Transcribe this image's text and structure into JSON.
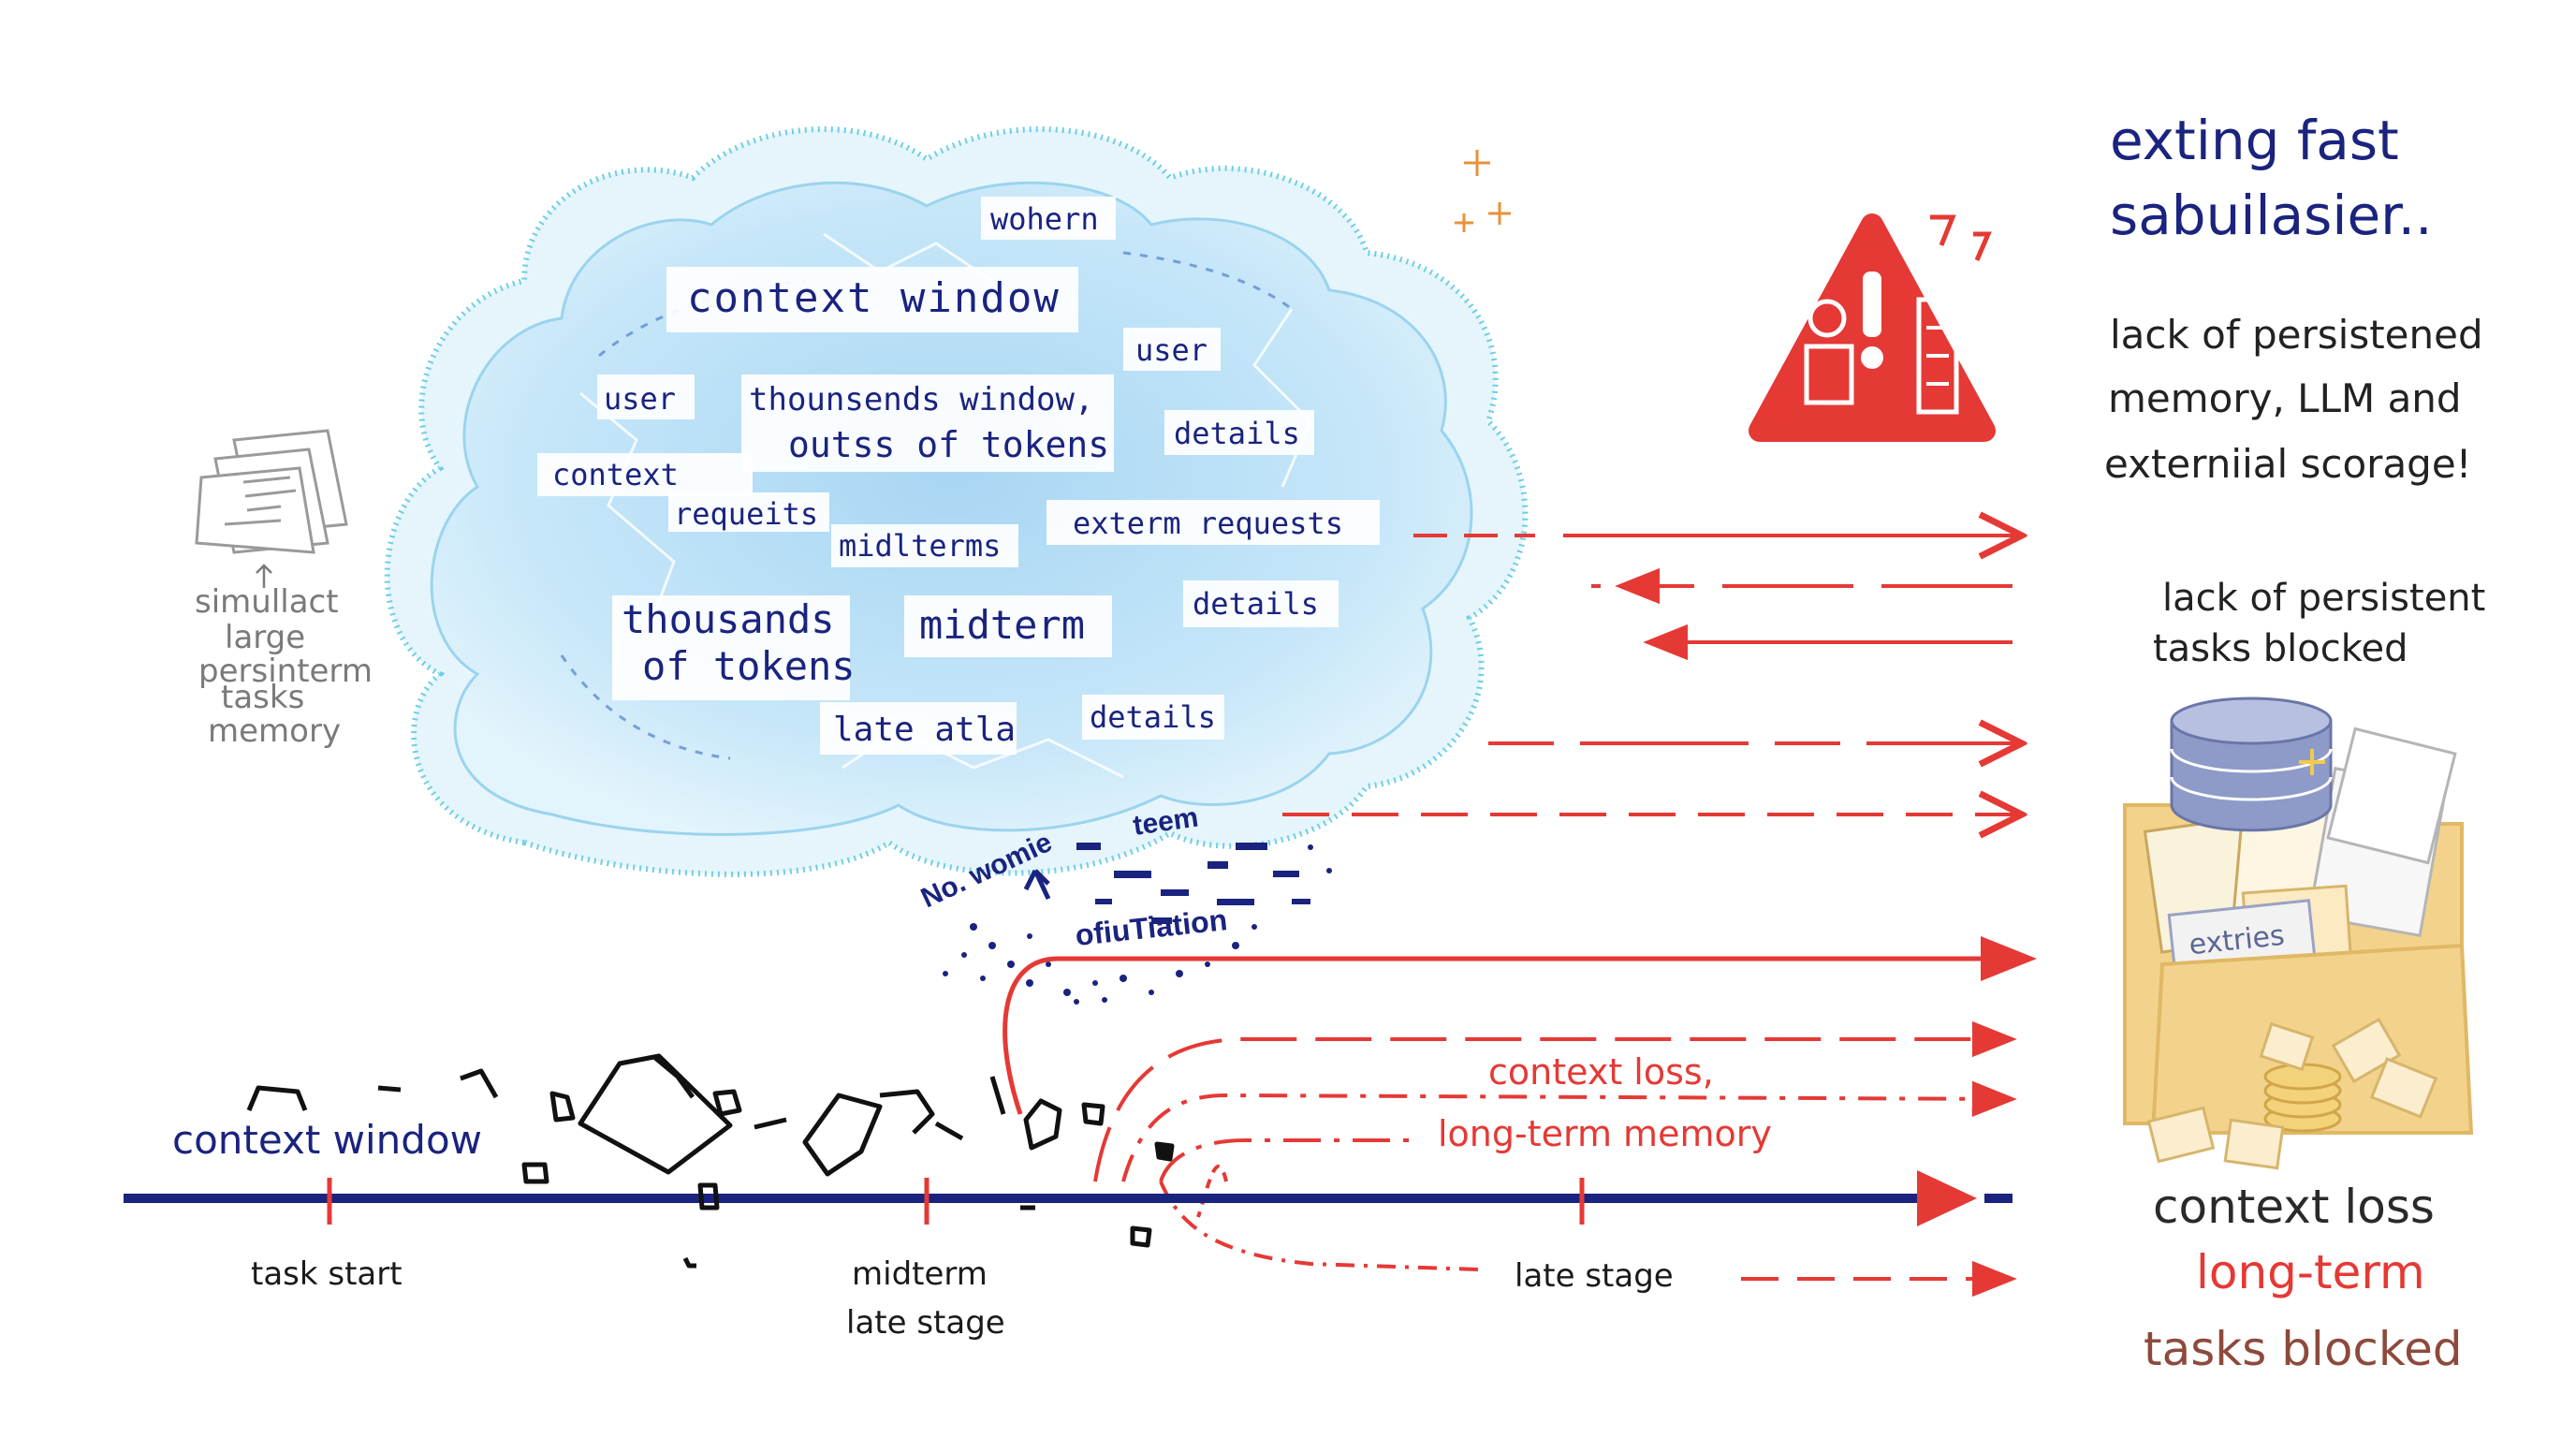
{
  "brain": {
    "labels": [
      "wohern",
      "context window",
      "user",
      "user",
      "thounsends window,",
      "outss of tokens",
      "details",
      "context",
      "requeits",
      "midlterms",
      "exterm requests",
      "thousands",
      "of tokens",
      "midterm",
      "details",
      "late atla",
      "details"
    ],
    "leak_text": [
      "No. womie",
      "teem",
      "ofiuTiation"
    ]
  },
  "document_note": [
    "simullact",
    "large",
    "persinterm",
    "tasks",
    "memory"
  ],
  "right_panel": {
    "heading": [
      "exting fast",
      "sabuilasier.."
    ],
    "desc": [
      "lack of persistened",
      "memory, LLM and",
      "externiial  scorage!"
    ],
    "blocked": [
      "lack of persistent",
      "tasks blocked"
    ],
    "folder_tab": "extries",
    "bottom": {
      "line1": "context loss",
      "line2": "long-term",
      "line3": "tasks blocked"
    }
  },
  "timeline": {
    "label": "context window",
    "ticks": [
      "task start",
      "midterm",
      "late stage"
    ],
    "tick_sub": "late stage",
    "loss_label": [
      "context loss,",
      "long-term memory"
    ]
  },
  "colors": {
    "navy": "#1a237e",
    "red": "#e53935",
    "cloud": "#bfe3f7",
    "cloud_edge": "#6ccfe6",
    "folder": "#f6d58f",
    "db": "#8e9bc8",
    "brown": "#8d4a3c"
  },
  "icons": [
    "warning-icon",
    "database-icon",
    "folder-icon",
    "document-icon",
    "sparkle-icon"
  ]
}
